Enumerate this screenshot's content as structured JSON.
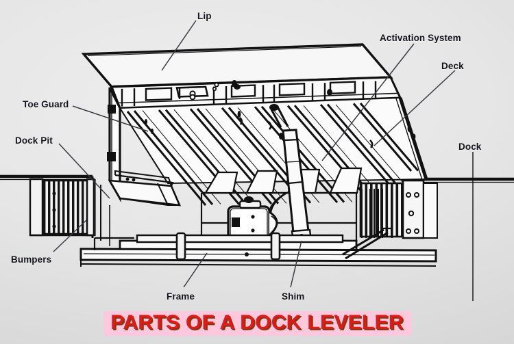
{
  "figure": {
    "title": "PARTS OF A DOCK LEVELER",
    "title_color": "#e01b17",
    "title_highlight_color": "#ffc8dd",
    "title_shadow_color": "#7b3a12",
    "background_color": "#e6e6e6",
    "line_color": "#111111",
    "label_color": "#15151c",
    "subject": "dock leveler cutaway diagram"
  },
  "labels": {
    "lip": "Lip",
    "activation_system": "Activation System",
    "deck": "Deck",
    "dock": "Dock",
    "toe_guard": "Toe Guard",
    "dock_pit": "Dock Pit",
    "bumpers": "Bumpers",
    "frame": "Frame",
    "shim": "Shim"
  },
  "parts_list": [
    "Lip",
    "Activation System",
    "Deck",
    "Dock",
    "Toe Guard",
    "Dock Pit",
    "Bumpers",
    "Frame",
    "Shim"
  ]
}
